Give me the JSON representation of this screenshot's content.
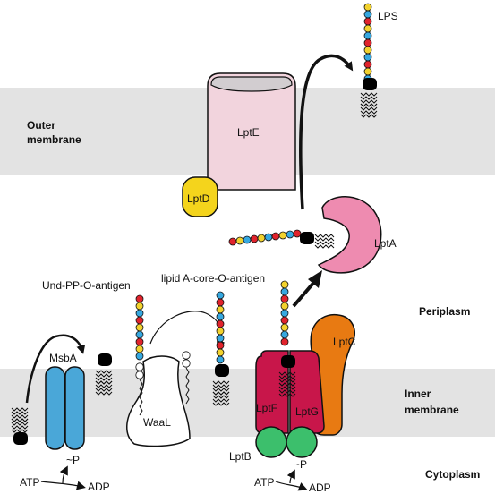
{
  "regions": {
    "outer_membrane": "Outer\nmembrane",
    "periplasm": "Periplasm",
    "inner_membrane": "Inner\nmembrane",
    "cytoplasm": "Cytoplasm"
  },
  "proteins": {
    "lpte": "LptE",
    "lptd": "LptD",
    "lpta": "LptA",
    "lptc": "LptC",
    "lptf": "LptF",
    "lptg": "LptG",
    "lptb": "LptB",
    "msba": "MsbA",
    "waal": "WaaL"
  },
  "molecules": {
    "lps": "LPS",
    "und_pp_o_antigen": "Und-PP-O-antigen",
    "lipid_a_core_o_antigen": "lipid A-core-O-antigen",
    "phosphate": "P"
  },
  "energy": {
    "left": {
      "atp": "ATP",
      "adp": "ADP",
      "pi": "~P"
    },
    "right": {
      "atp": "ATP",
      "adp": "ADP",
      "pi": "~P"
    }
  },
  "colors": {
    "membrane": "#e3e3e3",
    "lpte": "#f2d4dd",
    "lpte_top": "#d2cdd0",
    "lptd": "#f4d41c",
    "lpta": "#ee8bb0",
    "lptc": "#e87a12",
    "lptfg": "#c8164a",
    "lptb": "#3cbf6c",
    "msba": "#4aa7d8",
    "bead_red": "#e0232c",
    "bead_yellow": "#f2d22e",
    "bead_blue": "#36a8e0"
  }
}
